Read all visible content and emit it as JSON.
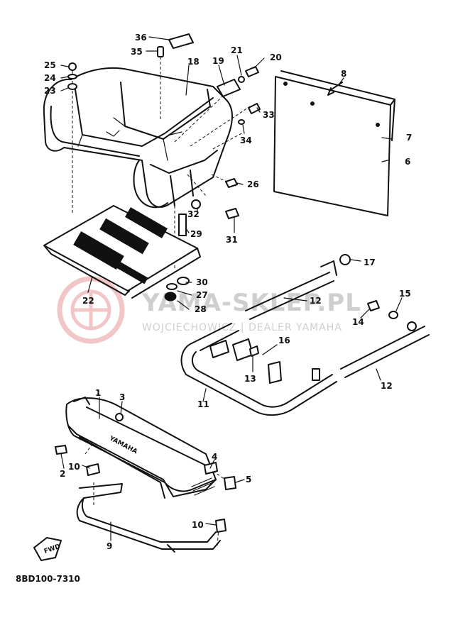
{
  "diagram": {
    "drawing_code": "8BD100-7310",
    "watermark": {
      "title": "YAMA-SKLEP.PL",
      "subtitle": "WOJCIECHOWICZ | DEALER YAMAHA"
    },
    "fwd_label": "FWD",
    "bumper_logo": "YAMAHA",
    "callouts": [
      {
        "id": "c36",
        "label": "36"
      },
      {
        "id": "c35",
        "label": "35"
      },
      {
        "id": "c18",
        "label": "18"
      },
      {
        "id": "c19",
        "label": "19"
      },
      {
        "id": "c21",
        "label": "21"
      },
      {
        "id": "c20",
        "label": "20"
      },
      {
        "id": "c25",
        "label": "25"
      },
      {
        "id": "c24",
        "label": "24"
      },
      {
        "id": "c23",
        "label": "23"
      },
      {
        "id": "c8",
        "label": "8"
      },
      {
        "id": "c33",
        "label": "33"
      },
      {
        "id": "c7",
        "label": "7"
      },
      {
        "id": "c34",
        "label": "34"
      },
      {
        "id": "c6",
        "label": "6"
      },
      {
        "id": "c26",
        "label": "26"
      },
      {
        "id": "c32",
        "label": "32"
      },
      {
        "id": "c29",
        "label": "29"
      },
      {
        "id": "c31",
        "label": "31"
      },
      {
        "id": "c17",
        "label": "17"
      },
      {
        "id": "c30",
        "label": "30"
      },
      {
        "id": "c27",
        "label": "27"
      },
      {
        "id": "c22",
        "label": "22"
      },
      {
        "id": "c28",
        "label": "28"
      },
      {
        "id": "c12a",
        "label": "12"
      },
      {
        "id": "c15",
        "label": "15"
      },
      {
        "id": "c14",
        "label": "14"
      },
      {
        "id": "c16",
        "label": "16"
      },
      {
        "id": "c13",
        "label": "13"
      },
      {
        "id": "c12b",
        "label": "12"
      },
      {
        "id": "c11",
        "label": "11"
      },
      {
        "id": "c1",
        "label": "1"
      },
      {
        "id": "c3",
        "label": "3"
      },
      {
        "id": "c2",
        "label": "2"
      },
      {
        "id": "c10a",
        "label": "10"
      },
      {
        "id": "c4",
        "label": "4"
      },
      {
        "id": "c5",
        "label": "5"
      },
      {
        "id": "c10b",
        "label": "10"
      },
      {
        "id": "c9",
        "label": "9"
      }
    ]
  }
}
